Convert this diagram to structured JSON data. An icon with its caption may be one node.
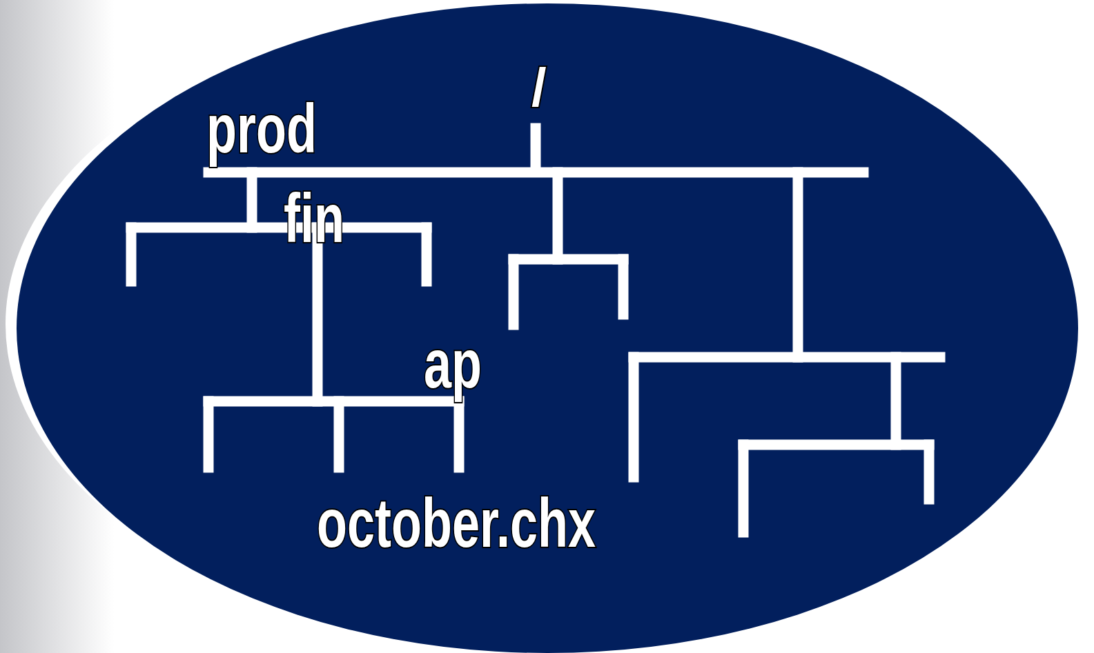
{
  "diagram": {
    "nodes": [
      {
        "text": [
          "/",
          "prod",
          "fin",
          "ap",
          "october.chx"
        ]
      }
    ]
  }
}
